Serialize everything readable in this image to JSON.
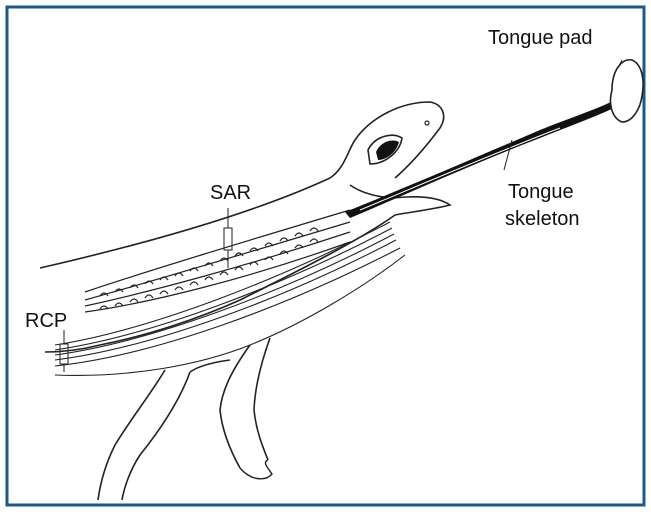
{
  "labels": {
    "tongue_pad": "Tongue pad",
    "sar": "SAR",
    "tongue": "Tongue",
    "skeleton": "skeleton",
    "rcp": "RCP"
  },
  "colors": {
    "frame": "#1a5a8a",
    "line": "#222222",
    "fill": "#ffffff",
    "tongue_skeleton": "#111111"
  }
}
